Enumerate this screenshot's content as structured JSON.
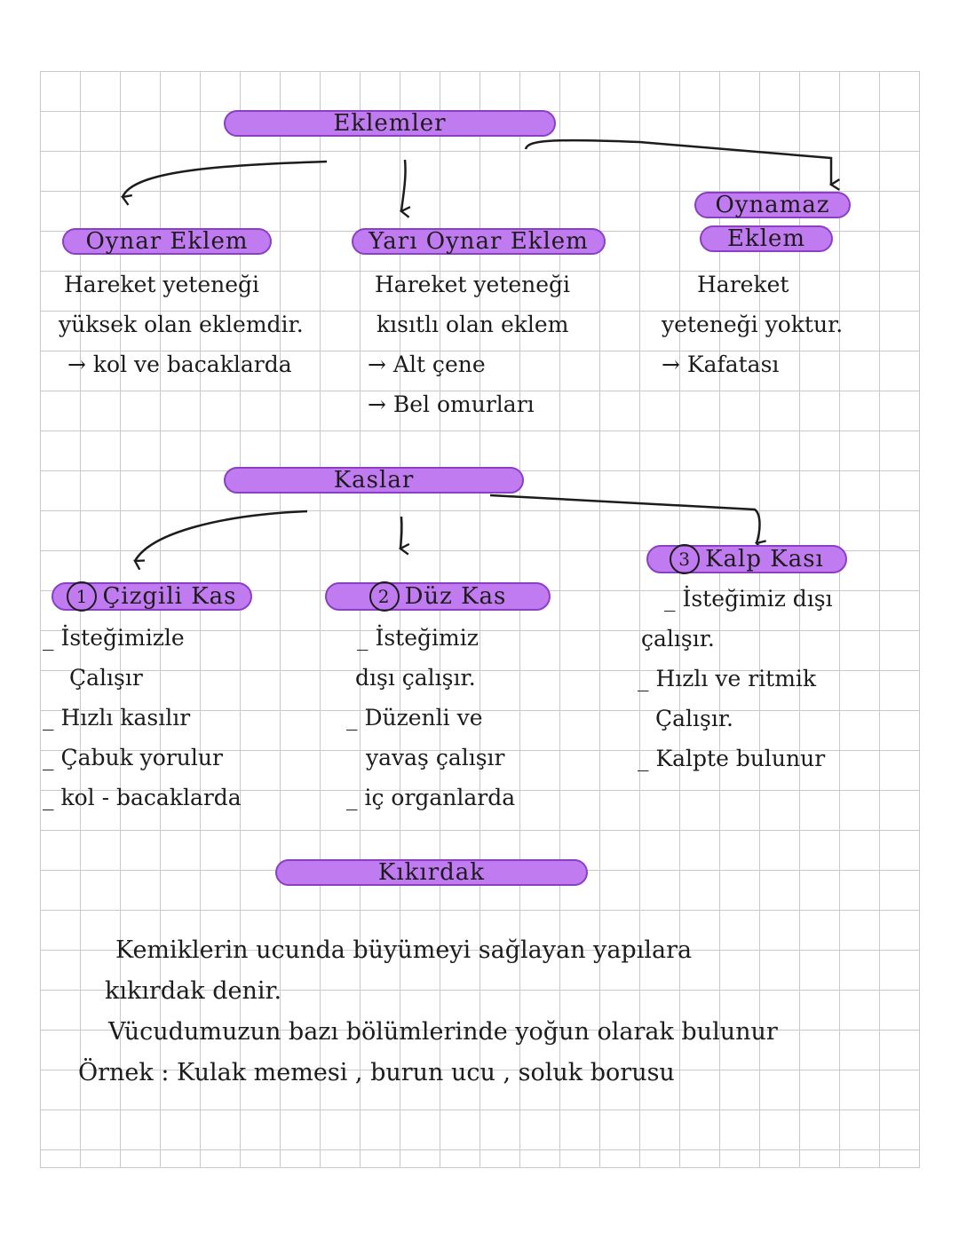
{
  "eklemler": {
    "title": "Eklemler",
    "oynar": {
      "title": "Oynar Eklem",
      "lines": [
        "Hareket yeteneği",
        "yüksek olan eklemdir.",
        "→ kol ve bacaklarda"
      ]
    },
    "yari_oynar": {
      "title": "Yarı Oynar Eklem",
      "lines": [
        "Hareket yeteneği",
        "kısıtlı olan eklem",
        "→ Alt çene",
        "→ Bel omurları"
      ]
    },
    "oynamaz": {
      "title_line1": "Oynamaz",
      "title_line2": "Eklem",
      "lines": [
        "Hareket",
        "yeteneği yoktur.",
        "→ Kafatası"
      ]
    }
  },
  "kaslar": {
    "title": "Kaslar",
    "cizgili": {
      "number": "1",
      "title": "Çizgili Kas",
      "lines": [
        "_ İsteğimizle",
        "Çalışır",
        "_ Hızlı kasılır",
        "_ Çabuk yorulur",
        "_ kol - bacaklarda"
      ]
    },
    "duz": {
      "number": "2",
      "title": "Düz Kas",
      "lines": [
        "_ İsteğimiz",
        "dışı çalışır.",
        "_ Düzenli ve",
        "yavaş çalışır",
        "_ iç organlarda"
      ]
    },
    "kalp": {
      "number": "3",
      "title": "Kalp Kası",
      "lines": [
        "_ İsteğimiz dışı",
        "çalışır.",
        "_ Hızlı ve ritmik",
        "Çalışır.",
        "_ Kalpte bulunur"
      ]
    }
  },
  "kikirdak": {
    "title": "Kıkırdak",
    "lines": [
      "Kemiklerin ucunda büyümeyi sağlayan yapılara",
      "kıkırdak denir.",
      "Vücudumuzun bazı bölümlerinde yoğun olarak bulunur",
      "Örnek : Kulak memesi , burun ucu , soluk borusu"
    ]
  },
  "colors": {
    "highlight": "#c17bf0",
    "highlight_border": "#8b3fc4",
    "grid": "#c9c9c9",
    "ink": "#1c1c1c"
  }
}
